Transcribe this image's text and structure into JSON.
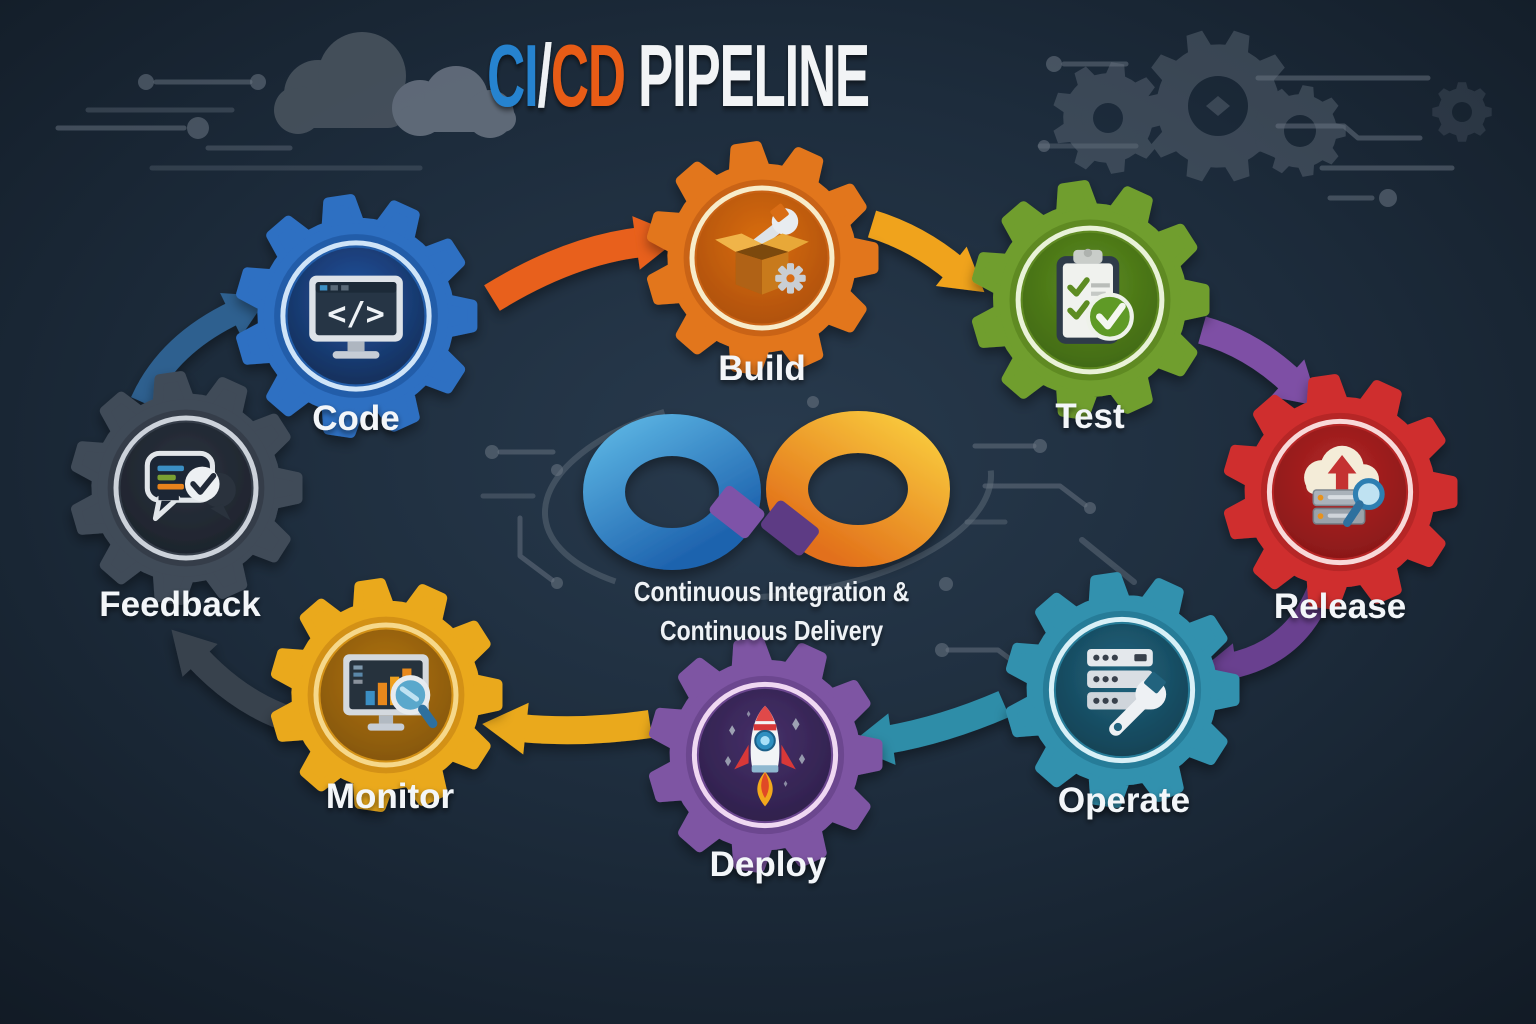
{
  "title": {
    "part_ci": "CI",
    "part_slash": "/",
    "part_cd": "CD",
    "part_pipeline": "PIPELINE",
    "underline_color": "#ccd3da",
    "colors": {
      "ci": "#2583cf",
      "slash": "#eef1f4",
      "cd": "#e85c15",
      "pipeline": "#f2f4f6"
    }
  },
  "center_loop": {
    "caption_line1": "Continuous Integration &",
    "caption_line2": "Continuous Delivery",
    "left_color_light": "#58b0e0",
    "left_color_dark": "#1e63ae",
    "right_color_light": "#f8c83c",
    "right_color_dark": "#e2701a",
    "accent_color": "#7e52a8",
    "accent_dark": "#5d3a84"
  },
  "stages": [
    {
      "id": "code",
      "label": "Code",
      "icon": "code-monitor-icon",
      "gear_color": "#2e6fc2",
      "gear_dark": "#1e4f96",
      "ring_color": "#cfe4f8",
      "disc_color": "#2253a2",
      "disc_dark": "#12294e"
    },
    {
      "id": "build",
      "label": "Build",
      "icon": "package-wrench-icon",
      "gear_color": "#e2761c",
      "gear_dark": "#b55410",
      "ring_color": "#f7ecca",
      "disc_color": "#d96d12",
      "disc_dark": "#a84c07"
    },
    {
      "id": "test",
      "label": "Test",
      "icon": "checklist-icon",
      "gear_color": "#6f9e2e",
      "gear_dark": "#527a1c",
      "ring_color": "#e9f2d8",
      "disc_color": "#5d8c20",
      "disc_dark": "#3c6410"
    },
    {
      "id": "release",
      "label": "Release",
      "icon": "cloud-upload-icon",
      "gear_color": "#cf2f2f",
      "gear_dark": "#a32020",
      "ring_color": "#f8d9d9",
      "disc_color": "#b52525",
      "disc_dark": "#821616"
    },
    {
      "id": "operate",
      "label": "Operate",
      "icon": "server-wrench-icon",
      "gear_color": "#3391ae",
      "gear_dark": "#1f6a86",
      "ring_color": "#d8f0f7",
      "disc_color": "#20647e",
      "disc_dark": "#123c4e"
    },
    {
      "id": "deploy",
      "label": "Deploy",
      "icon": "rocket-icon",
      "gear_color": "#7e55a3",
      "gear_dark": "#5d3a80",
      "ring_color": "#f0d8f2",
      "disc_color": "#463069",
      "disc_dark": "#2b1e47"
    },
    {
      "id": "monitor",
      "label": "Monitor",
      "icon": "chart-magnifier-icon",
      "gear_color": "#eaa91f",
      "gear_dark": "#c07e12",
      "ring_color": "#f6d88a",
      "disc_color": "#b17313",
      "disc_dark": "#7e520c"
    },
    {
      "id": "feedback",
      "label": "Feedback",
      "icon": "chat-check-icon",
      "gear_color": "#414b58",
      "gear_dark": "#2c343f",
      "ring_color": "#ccd2da",
      "disc_color": "#2b333f",
      "disc_dark": "#1b2129"
    }
  ],
  "arrows": [
    {
      "id": "code-to-build",
      "from": "Code",
      "to": "Build",
      "color": "#e8611a"
    },
    {
      "id": "build-to-test",
      "from": "Build",
      "to": "Test",
      "color": "#f0a31f"
    },
    {
      "id": "test-to-release",
      "from": "Test",
      "to": "Release",
      "color": "#7e4fa5"
    },
    {
      "id": "release-to-operate",
      "from": "Release",
      "to": "Operate",
      "color": "#69408f"
    },
    {
      "id": "operate-to-deploy",
      "from": "Operate",
      "to": "Deploy",
      "color": "#2f8da8"
    },
    {
      "id": "deploy-to-monitor",
      "from": "Deploy",
      "to": "Monitor",
      "color": "#eaa91f"
    },
    {
      "id": "monitor-to-feedback",
      "from": "Monitor",
      "to": "Feedback",
      "color": "#39424e"
    },
    {
      "id": "feedback-to-code",
      "from": "Feedback",
      "to": "Code",
      "color": "#2e608f"
    }
  ],
  "background": {
    "base_color": "#18232f",
    "decor_color": "#6b7683"
  }
}
